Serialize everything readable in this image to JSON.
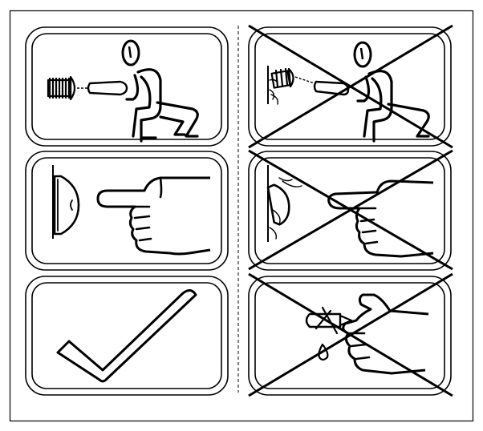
{
  "title": "",
  "instructions": {
    "columns": [
      {
        "id": "correct",
        "meaning": "do",
        "panels": [
          {
            "id": "pin-in-wall-with-tool",
            "icon": "figure-with-tool-icon",
            "crossed": false
          },
          {
            "id": "press-with-finger",
            "icon": "finger-press-icon",
            "crossed": false
          },
          {
            "id": "checkmark",
            "icon": "checkmark-icon",
            "crossed": false
          }
        ]
      },
      {
        "id": "incorrect",
        "meaning": "do-not",
        "panels": [
          {
            "id": "pin-damaged-wall",
            "icon": "figure-with-tool-icon",
            "crossed": true
          },
          {
            "id": "press-cracked-wall",
            "icon": "hand-cracked-wall-icon",
            "crossed": true
          },
          {
            "id": "hand-with-pin-and-drip",
            "icon": "hand-glue-drip-icon",
            "crossed": true
          }
        ]
      }
    ]
  },
  "colors": {
    "ink": "#000000",
    "background": "#ffffff"
  }
}
